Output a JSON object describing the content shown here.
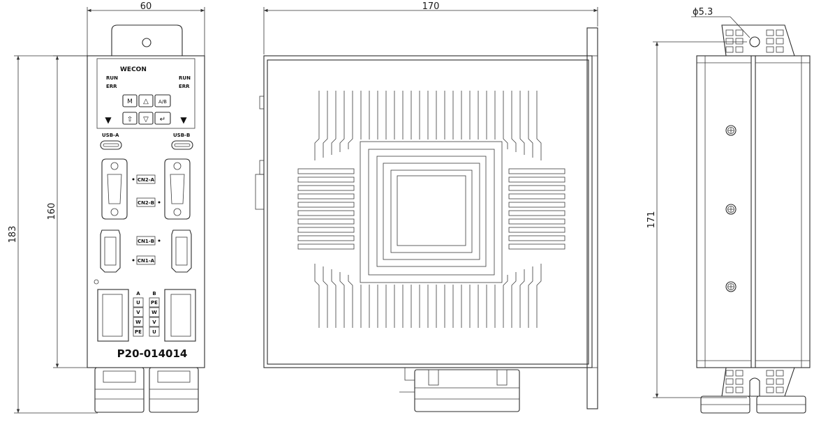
{
  "dimensions": {
    "front_width": "60",
    "front_height_total": "183",
    "front_height_body": "160",
    "side_width": "170",
    "back_height": "171",
    "hole_diameter": "ϕ5.3"
  },
  "panel": {
    "brand": "WECON",
    "run_left": "RUN",
    "err_left": "ERR",
    "run_right": "RUN",
    "err_right": "ERR",
    "key_m": "M",
    "key_up": "△",
    "key_ab": "A/B",
    "key_shift": "⇧",
    "key_down": "▽",
    "key_enter": "↵",
    "arrow_left": "▼",
    "arrow_right": "▼",
    "usb_a": "USB-A",
    "usb_b": "USB-B",
    "cn2a": "CN2-A",
    "cn2b": "CN2-B",
    "cn1b": "CN1-B",
    "cn1a": "CN1-A",
    "col_a": "A",
    "col_b": "B",
    "term_a": [
      "U",
      "V",
      "W",
      "PE"
    ],
    "term_b": [
      "PE",
      "W",
      "V",
      "U"
    ],
    "model": "P20-014014"
  }
}
